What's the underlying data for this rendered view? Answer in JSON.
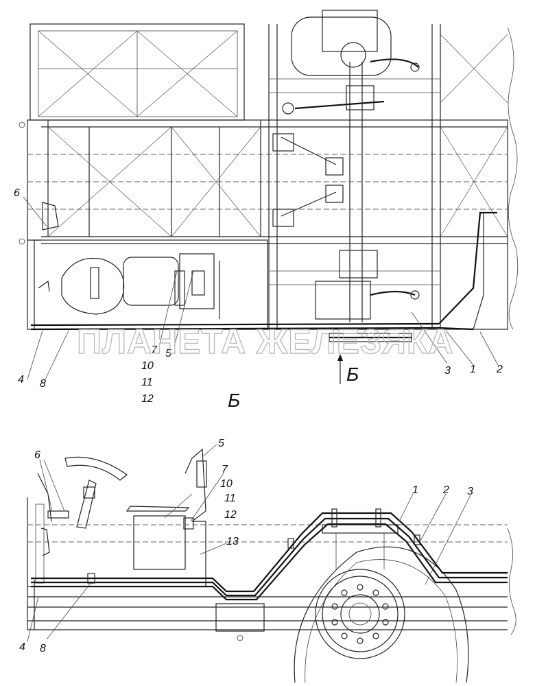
{
  "views": {
    "top": {
      "label": "Б",
      "view_arrow_label": "Б",
      "callouts": {
        "c6": "6",
        "c4": "4",
        "c8": "8",
        "c7": "7",
        "c10": "10",
        "c11": "11",
        "c12": "12",
        "c5": "5",
        "c3": "3",
        "c1": "1",
        "c2": "2"
      }
    },
    "side": {
      "callouts": {
        "c6": "6",
        "c5": "5",
        "c7": "7",
        "c10": "10",
        "c11": "11",
        "c12": "12",
        "c13": "13",
        "c1": "1",
        "c2": "2",
        "c3": "3",
        "c4": "4",
        "c8": "8"
      }
    }
  },
  "watermark": "ПЛАНЕТА ЖЕЛЕЗЯКА"
}
